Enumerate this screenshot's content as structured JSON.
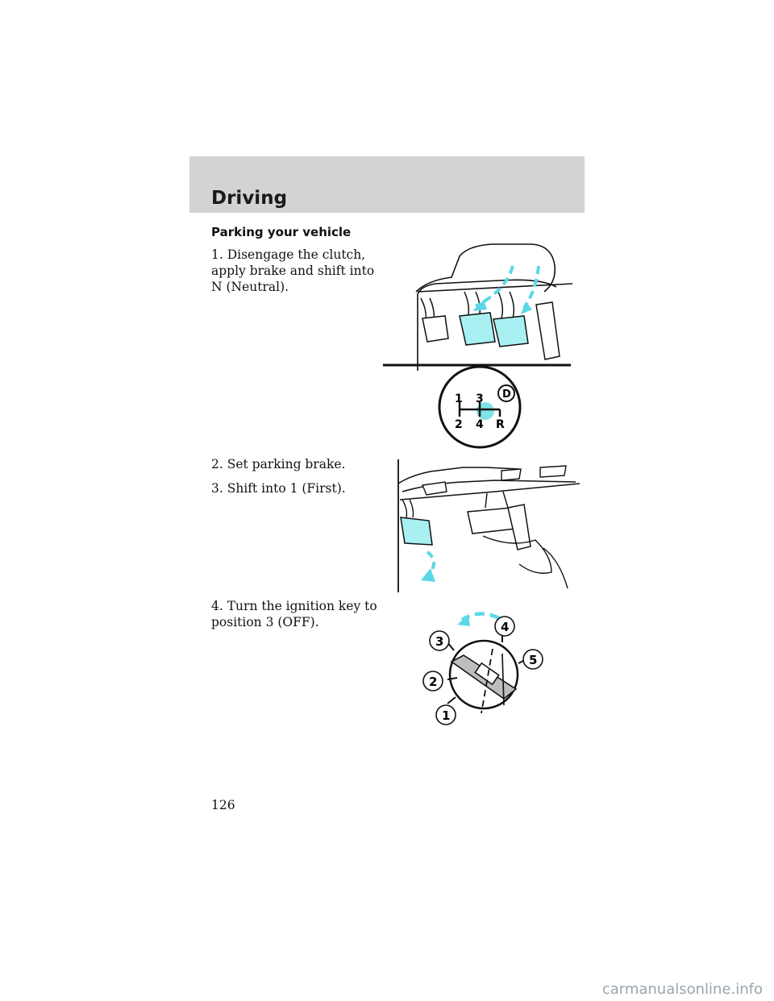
{
  "header": {
    "section_title": "Driving"
  },
  "content": {
    "subheading": "Parking your vehicle",
    "steps": [
      {
        "text": "1. Disengage the clutch, apply brake and shift into N (Neutral)."
      },
      {
        "text": "2. Set parking brake."
      },
      {
        "text": "3. Shift into 1 (First)."
      },
      {
        "text": "4. Turn the ignition key to position 3 (OFF)."
      }
    ]
  },
  "figures": {
    "shift_pattern": {
      "top": [
        "1",
        "3"
      ],
      "bottom": [
        "2",
        "4",
        "R"
      ],
      "badge": "D",
      "highlight_color": "#7fe3e8"
    },
    "ignition": {
      "positions": [
        "1",
        "2",
        "3",
        "4",
        "5"
      ],
      "arrow_color": "#5ad8e6"
    },
    "accent_color": "#5ad8e6",
    "pedal_fill": "#a8f0f2"
  },
  "footer": {
    "page_number": "126",
    "watermark": "carmanualsonline.info"
  }
}
